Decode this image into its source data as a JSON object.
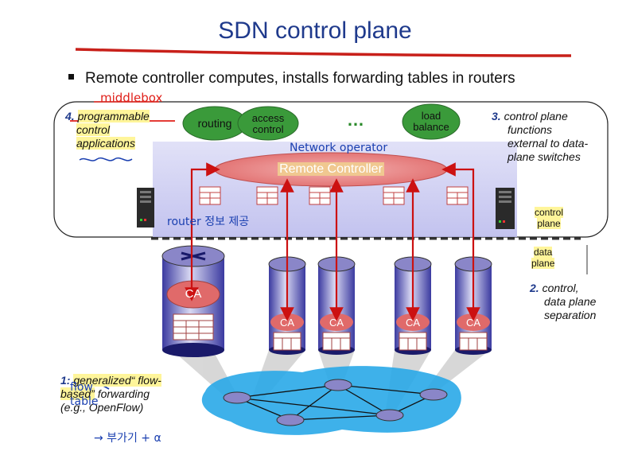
{
  "title": "SDN control plane",
  "bullet": "Remote controller computes, installs forwarding tables in routers",
  "apps": {
    "routing": "routing",
    "access_control_1": "access",
    "access_control_2": "control",
    "ellipsis": "…",
    "load_balance_1": "load",
    "load_balance_2": "balance"
  },
  "controller_label": "Remote Controller",
  "ca_label": "CA",
  "annotations": {
    "item4_num": "4.",
    "item4_line1": "programmable",
    "item4_line2": "control",
    "item4_line3": "applications",
    "item3_num": "3.",
    "item3_line1": "control plane",
    "item3_line2": "functions",
    "item3_line3": "external to data-",
    "item3_line4": "plane switches",
    "control_plane_1": "control",
    "control_plane_2": "plane",
    "data_plane_1": "data",
    "data_plane_2": "plane",
    "item2_num": "2.",
    "item2_line1": "control,",
    "item2_line2": "data plane",
    "item2_line3": "separation",
    "item1_num": "1:",
    "item1_line1": "generalized“ flow-",
    "item1_line2": "based”",
    "item1_line2b": "forwarding",
    "item1_line3": "(e.g., OpenFlow)"
  },
  "handwritten": {
    "middlebox": "middlebox",
    "network_operator": "Network operator",
    "router_note": "router 정보 제공",
    "flow_table_1": "flow",
    "flow_table_2": "table",
    "plus_alpha": "→ 부가기 + α"
  },
  "colors": {
    "title": "#1f3a8c",
    "app_ellipse": "#3a9a3a",
    "controller": "#e06a6a",
    "arrow": "#cc1111",
    "highlight": "#fff59a",
    "handwriting": "#1a3fb0",
    "red_ink": "#e0201a",
    "network_blue": "#29a8e8",
    "router_purple": "#8a86c8"
  }
}
